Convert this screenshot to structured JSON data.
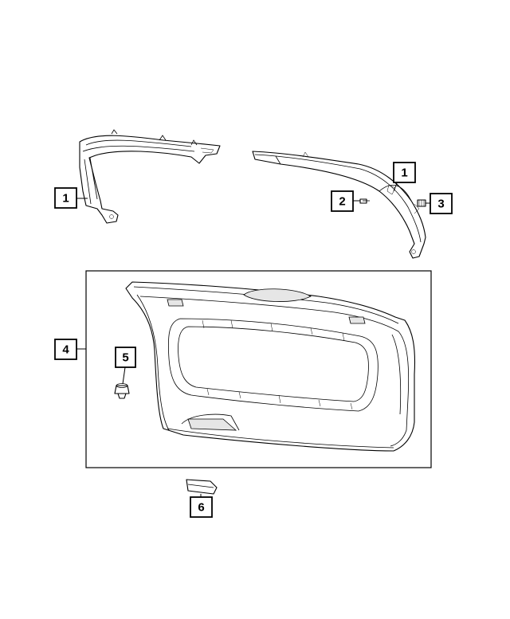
{
  "callouts": {
    "c1_left": "1",
    "c1_right": "1",
    "c2": "2",
    "c3": "3",
    "c4": "4",
    "c5": "5",
    "c6": "6"
  }
}
